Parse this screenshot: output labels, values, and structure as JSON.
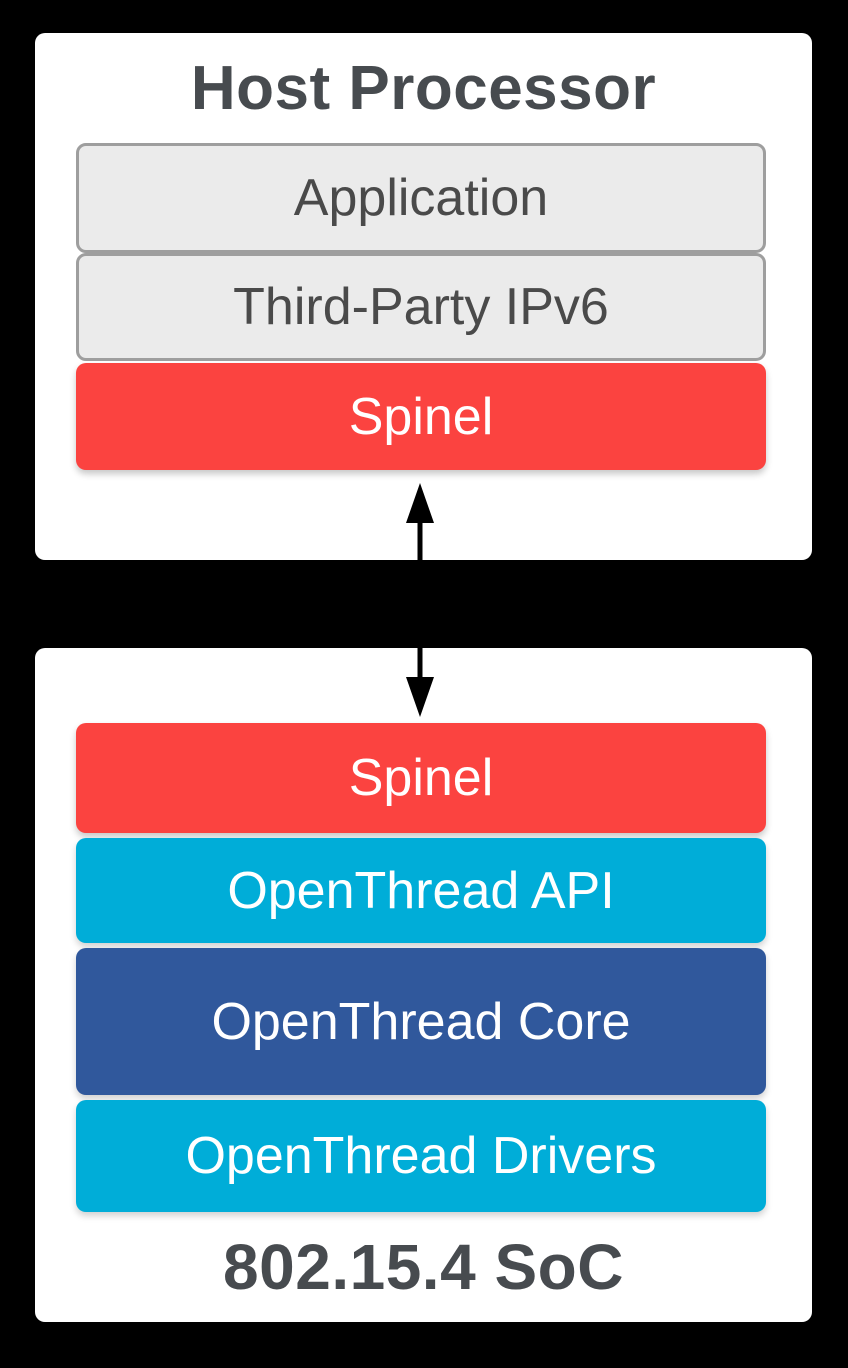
{
  "colors": {
    "background": "#000000",
    "panel": "#FFFFFF",
    "red": "#FB4340",
    "cyan": "#00ADD8",
    "blue": "#30589C",
    "gray_fill": "#EBEBEB",
    "gray_border": "#9E9E9E",
    "text_dark": "#474B4F",
    "arrow": "#000000"
  },
  "host": {
    "title": "Host Processor",
    "layers": [
      {
        "label": "Application"
      },
      {
        "label": "Third-Party IPv6"
      },
      {
        "label": "Spinel"
      }
    ]
  },
  "connector": {
    "type": "bidirectional-vertical-arrow"
  },
  "soc": {
    "title": "802.15.4 SoC",
    "layers": [
      {
        "label": "Spinel"
      },
      {
        "label": "OpenThread API"
      },
      {
        "label": "OpenThread Core"
      },
      {
        "label": "OpenThread Drivers"
      }
    ]
  }
}
